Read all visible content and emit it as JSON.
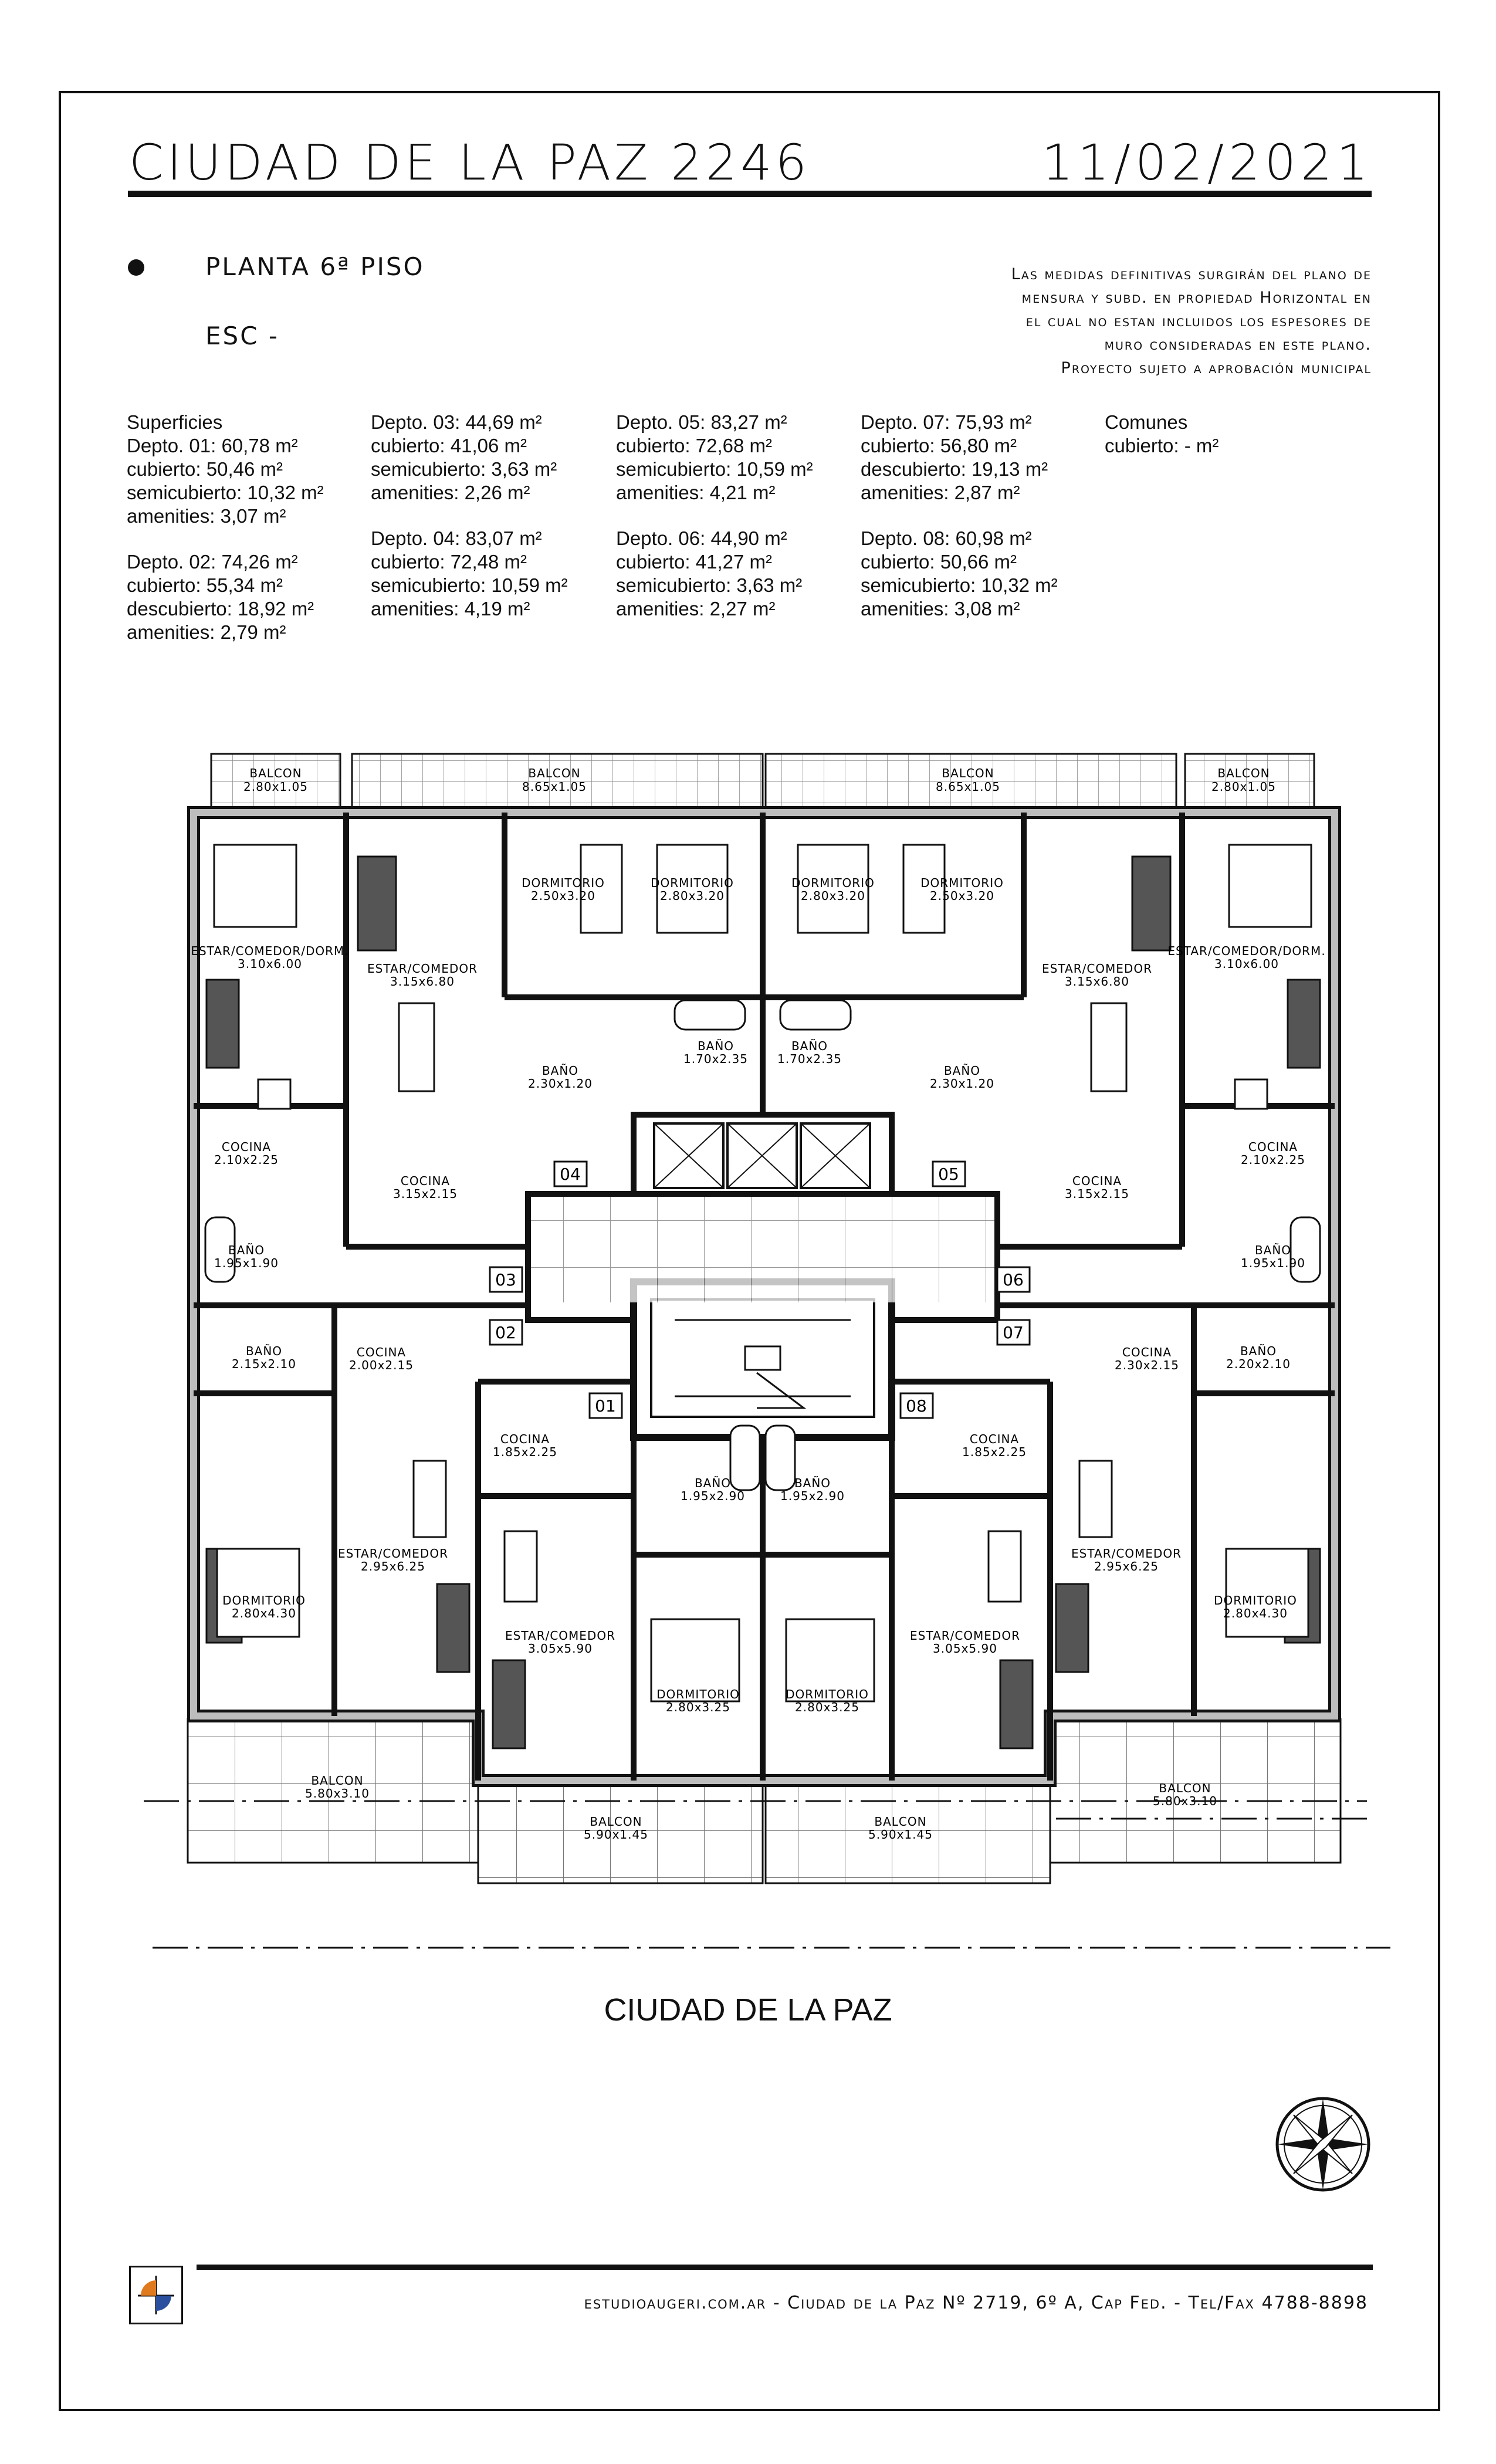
{
  "header": {
    "project_title": "CIUDAD DE LA PAZ 2246",
    "date": "11/02/2021"
  },
  "plan_info": {
    "plan_label": "PLANTA 6ª PISO",
    "scale_label": "ESC -",
    "notice_lines": [
      "Las medidas definitivas surgirán del plano de",
      "mensura y subd. en propiedad Horizontal en",
      "el cual no estan incluidos los espesores de",
      "muro consideradas en este plano.",
      "Proyecto sujeto a aprobación municipal"
    ]
  },
  "surfaces": {
    "col1": [
      [
        "Superficies",
        "Depto. 01: 60,78 m²",
        "cubierto: 50,46 m²",
        "semicubierto: 10,32 m²",
        "amenities: 3,07 m²"
      ],
      [
        "Depto. 02: 74,26 m²",
        "cubierto: 55,34 m²",
        "descubierto: 18,92 m²",
        "amenities: 2,79 m²"
      ]
    ],
    "col2": [
      [
        "Depto. 03: 44,69 m²",
        "cubierto: 41,06 m²",
        "semicubierto: 3,63 m²",
        "amenities: 2,26 m²"
      ],
      [
        "Depto. 04: 83,07 m²",
        "cubierto: 72,48 m²",
        "semicubierto: 10,59 m²",
        "amenities: 4,19 m²"
      ]
    ],
    "col3": [
      [
        "Depto. 05: 83,27 m²",
        "cubierto: 72,68 m²",
        "semicubierto: 10,59 m²",
        "amenities: 4,21 m²"
      ],
      [
        "Depto. 06: 44,90 m²",
        "cubierto: 41,27 m²",
        "semicubierto: 3,63 m²",
        "amenities: 2,27 m²"
      ]
    ],
    "col4": [
      [
        "Depto. 07: 75,93 m²",
        "cubierto: 56,80 m²",
        "descubierto: 19,13 m²",
        "amenities: 2,87 m²"
      ],
      [
        "Depto. 08: 60,98 m²",
        "cubierto: 50,66 m²",
        "semicubierto: 10,32 m²",
        "amenities: 3,08 m²"
      ]
    ],
    "col5": [
      [
        "Comunes",
        "cubierto: - m²"
      ]
    ]
  },
  "rooms": [
    {
      "name": "BALCON",
      "dim": "2.80x1.05"
    },
    {
      "name": "BALCON",
      "dim": "8.65x1.05"
    },
    {
      "name": "BALCON",
      "dim": "8.65x1.05"
    },
    {
      "name": "BALCON",
      "dim": "2.80x1.05"
    },
    {
      "name": "ESTAR/COMEDOR/DORM.",
      "dim": "3.10x6.00"
    },
    {
      "name": "ESTAR/COMEDOR",
      "dim": "3.15x6.80"
    },
    {
      "name": "DORMITORIO",
      "dim": "2.50x3.20"
    },
    {
      "name": "DORMITORIO",
      "dim": "2.80x3.20"
    },
    {
      "name": "DORMITORIO",
      "dim": "2.80x3.20"
    },
    {
      "name": "DORMITORIO",
      "dim": "2.50x3.20"
    },
    {
      "name": "ESTAR/COMEDOR",
      "dim": "3.15x6.80"
    },
    {
      "name": "ESTAR/COMEDOR/DORM.",
      "dim": "3.10x6.00"
    },
    {
      "name": "BAÑO",
      "dim": "2.30x1.20"
    },
    {
      "name": "BAÑO",
      "dim": "1.70x2.35"
    },
    {
      "name": "BAÑO",
      "dim": "1.70x2.35"
    },
    {
      "name": "BAÑO",
      "dim": "2.30x1.20"
    },
    {
      "name": "COCINA",
      "dim": "2.10x2.25"
    },
    {
      "name": "COCINA",
      "dim": "3.15x2.15"
    },
    {
      "name": "COCINA",
      "dim": "3.15x2.15"
    },
    {
      "name": "COCINA",
      "dim": "2.10x2.25"
    },
    {
      "name": "BAÑO",
      "dim": "1.95x1.90"
    },
    {
      "name": "BAÑO",
      "dim": "1.95x1.90"
    },
    {
      "name": "BAÑO",
      "dim": "2.15x2.10"
    },
    {
      "name": "COCINA",
      "dim": "2.00x2.15"
    },
    {
      "name": "COCINA",
      "dim": "2.30x2.15"
    },
    {
      "name": "BAÑO",
      "dim": "2.20x2.10"
    },
    {
      "name": "COCINA",
      "dim": "1.85x2.25"
    },
    {
      "name": "COCINA",
      "dim": "1.85x2.25"
    },
    {
      "name": "BAÑO",
      "dim": "1.95x2.90"
    },
    {
      "name": "BAÑO",
      "dim": "1.95x2.90"
    },
    {
      "name": "ESTAR/COMEDOR",
      "dim": "2.95x6.25"
    },
    {
      "name": "ESTAR/COMEDOR",
      "dim": "2.95x6.25"
    },
    {
      "name": "DORMITORIO",
      "dim": "2.80x4.30"
    },
    {
      "name": "DORMITORIO",
      "dim": "2.80x4.30"
    },
    {
      "name": "ESTAR/COMEDOR",
      "dim": "3.05x5.90"
    },
    {
      "name": "ESTAR/COMEDOR",
      "dim": "3.05x5.90"
    },
    {
      "name": "DORMITORIO",
      "dim": "2.80x3.25"
    },
    {
      "name": "DORMITORIO",
      "dim": "2.80x3.25"
    },
    {
      "name": "BALCON",
      "dim": "5.80x3.10"
    },
    {
      "name": "BALCON",
      "dim": "5.90x1.45"
    },
    {
      "name": "BALCON",
      "dim": "5.90x1.45"
    },
    {
      "name": "BALCON",
      "dim": "5.80x3.10"
    }
  ],
  "unit_tags": [
    "01",
    "02",
    "03",
    "04",
    "05",
    "06",
    "07",
    "08"
  ],
  "plan_caption": "CIUDAD DE LA PAZ",
  "footer": {
    "text": "estudioaugeri.com.ar - Ciudad de la Paz Nº 2719, 6º A, Cap Fed. - Tel/Fax 4788-8898"
  },
  "colors": {
    "ink": "#111111",
    "wall_fill": "#bdbdbd",
    "sofa_fill": "#555555",
    "logo_orange": "#e07a1f",
    "logo_blue": "#2a4f9e"
  }
}
